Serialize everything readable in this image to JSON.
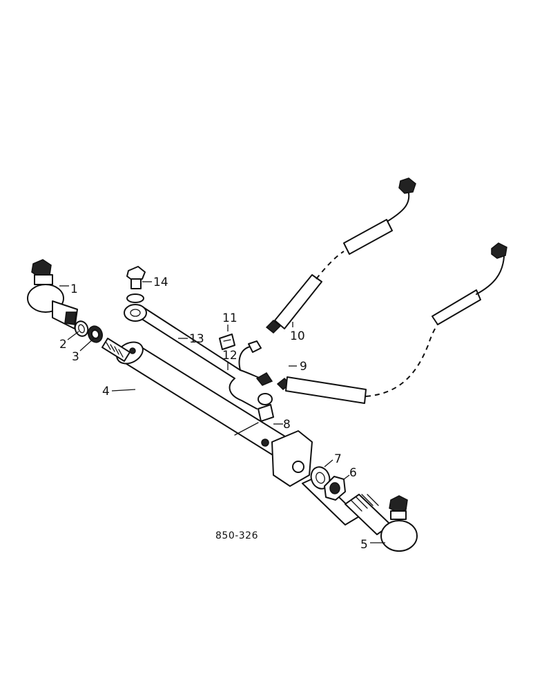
{
  "diagram": {
    "drawing_code": "850-326",
    "callouts": [
      "1",
      "2",
      "3",
      "4",
      "5",
      "6",
      "7",
      "8",
      "9",
      "10",
      "11",
      "12",
      "13",
      "14"
    ]
  }
}
